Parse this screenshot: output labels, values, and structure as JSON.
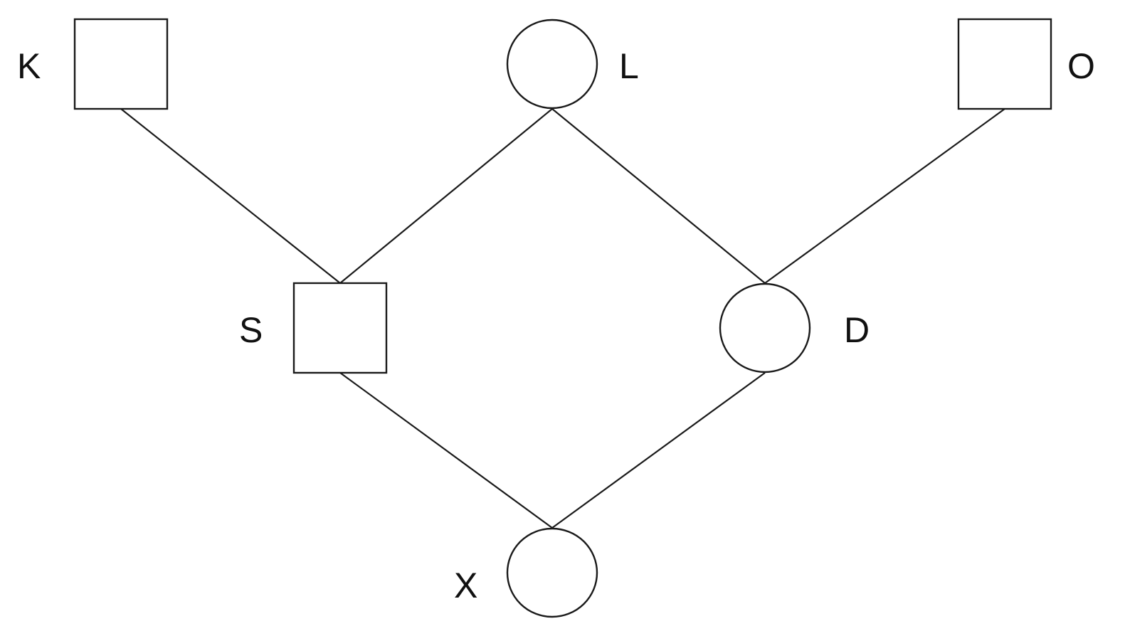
{
  "diagram": {
    "nodes": [
      {
        "id": "K",
        "label": "K",
        "shape": "square"
      },
      {
        "id": "L",
        "label": "L",
        "shape": "circle"
      },
      {
        "id": "O",
        "label": "O",
        "shape": "square"
      },
      {
        "id": "S",
        "label": "S",
        "shape": "square"
      },
      {
        "id": "D",
        "label": "D",
        "shape": "circle"
      },
      {
        "id": "X",
        "label": "X",
        "shape": "circle"
      }
    ],
    "edges": [
      {
        "from": "K",
        "to": "S"
      },
      {
        "from": "L",
        "to": "S"
      },
      {
        "from": "L",
        "to": "D"
      },
      {
        "from": "O",
        "to": "D"
      },
      {
        "from": "S",
        "to": "X"
      },
      {
        "from": "D",
        "to": "X"
      }
    ],
    "colors": {
      "stroke": "#1a1a1a",
      "fill": "#ffffff",
      "text": "#111111"
    }
  }
}
